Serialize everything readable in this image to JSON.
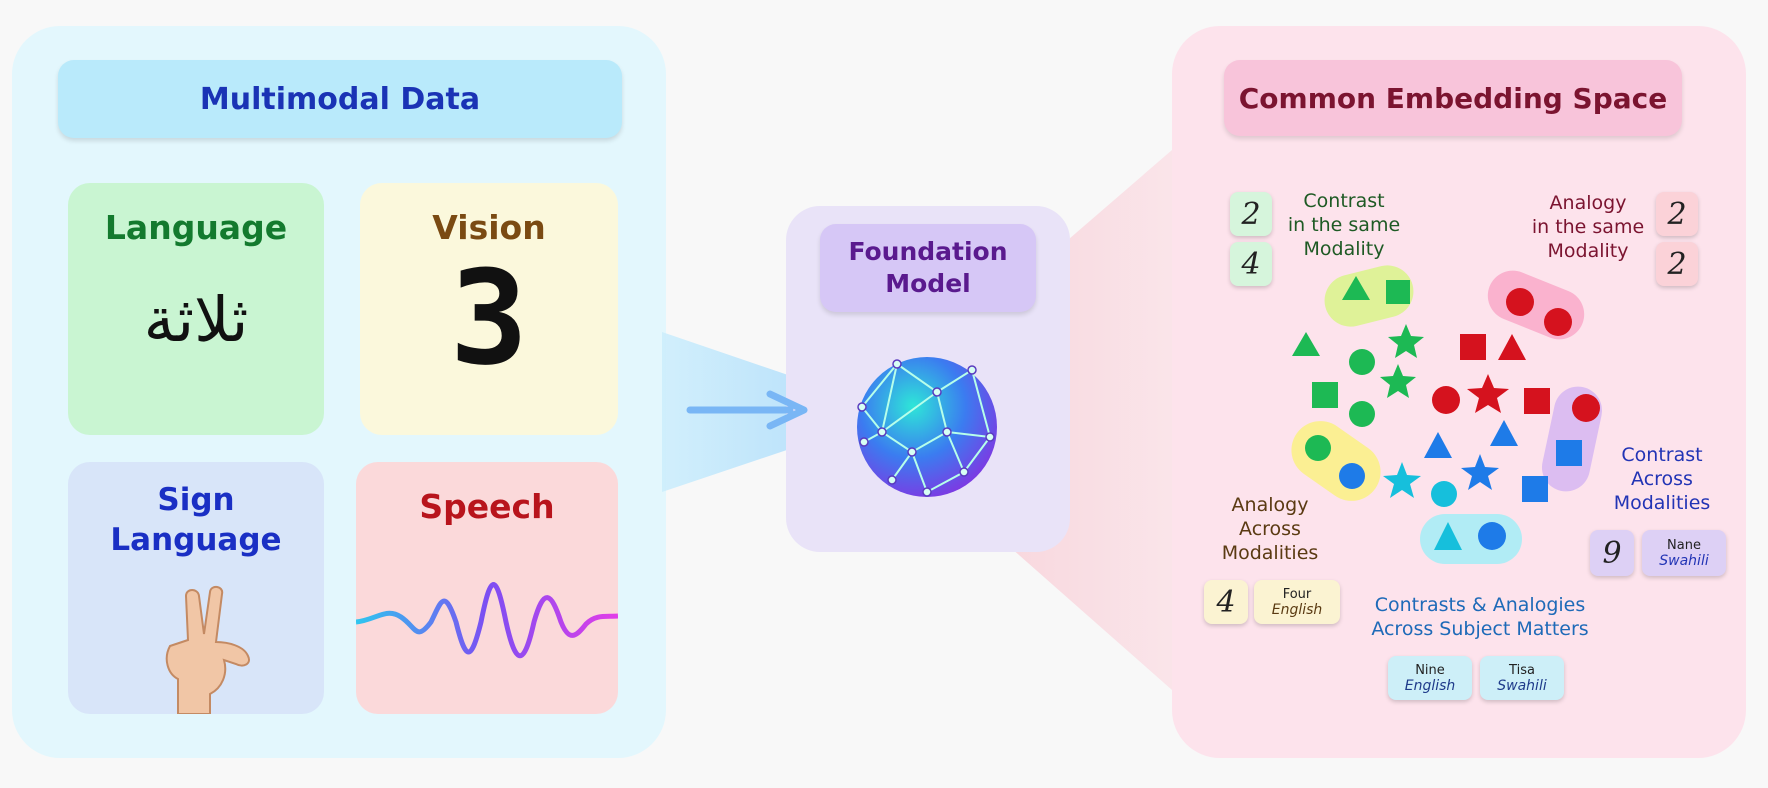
{
  "multimodal": {
    "title": "Multimodal Data",
    "language": {
      "label": "Language",
      "sample": "ثلاثة"
    },
    "vision": {
      "label": "Vision",
      "sample": "3"
    },
    "sign": {
      "label": "Sign\nLanguage"
    },
    "speech": {
      "label": "Speech"
    }
  },
  "foundation": {
    "title": "Foundation\nModel"
  },
  "embedding": {
    "title": "Common Embedding Space",
    "contrast_same": "Contrast\nin the same\nModality",
    "analogy_same": "Analogy\nin the same\nModality",
    "contrast_across": "Contrast\nAcross\nModalities",
    "analogy_across": "Analogy\nAcross\nModalities",
    "subject": "Contrasts & Analogies\nAcross Subject Matters",
    "digits": {
      "two": "2",
      "four": "4",
      "nine": "9"
    },
    "chips": {
      "four_en": {
        "word": "Four",
        "lang": "English"
      },
      "nane_sw": {
        "word": "Nane",
        "lang": "Swahili"
      },
      "nine_en": {
        "word": "Nine",
        "lang": "English"
      },
      "tisa_sw": {
        "word": "Tisa",
        "lang": "Swahili"
      }
    }
  },
  "colors": {
    "green": "#1db954",
    "red": "#d5121e",
    "blue": "#1e7be8",
    "cyan": "#16bfdc"
  }
}
